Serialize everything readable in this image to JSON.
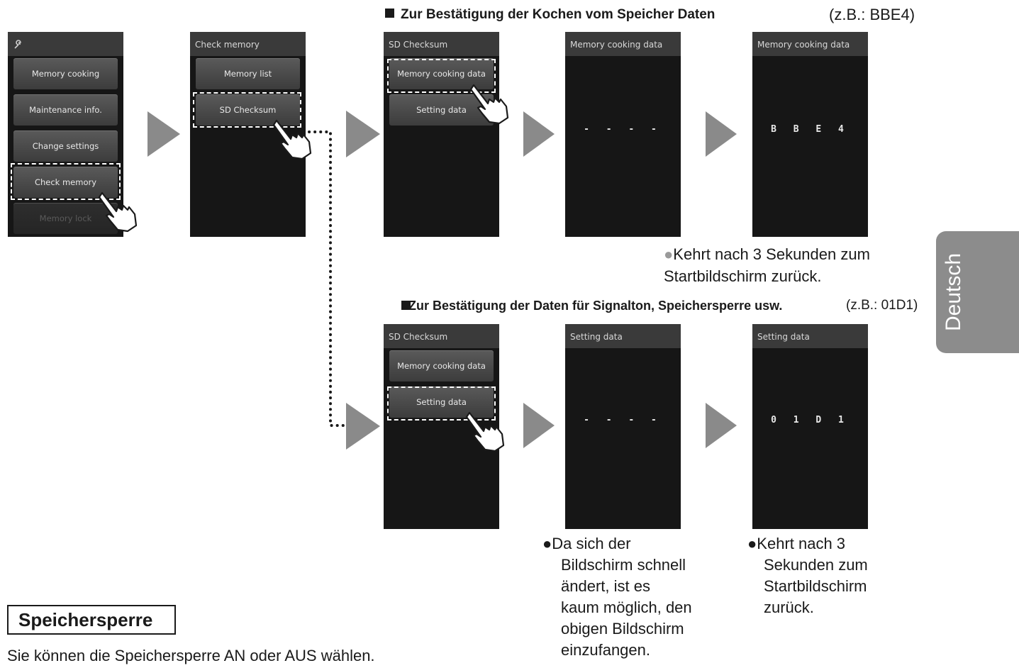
{
  "headings": {
    "memory_cooking": "Zur Bestätigung der Kochen vom Speicher Daten",
    "memory_cooking_example": "(z.B.: BBE4)",
    "setting_data": "Zur Bestätigung der Daten für Signalton, Speichersperre usw.",
    "setting_data_example": "(z.B.: 01D1)"
  },
  "screens": {
    "main_menu": {
      "buttons": [
        "Memory cooking",
        "Maintenance info.",
        "Change settings",
        "Check memory",
        "Memory lock"
      ]
    },
    "check_memory": {
      "title": "Check memory",
      "buttons": [
        "Memory list",
        "SD Checksum"
      ]
    },
    "sd_checksum": {
      "title": "SD Checksum",
      "buttons": [
        "Memory cooking data",
        "Setting data"
      ]
    },
    "memory_cooking_data": {
      "title": "Memory cooking data",
      "placeholder": "- - - -",
      "result": "B B E 4"
    },
    "setting_data": {
      "title": "Setting data",
      "placeholder": "- - - -",
      "result": "0 1 D 1"
    }
  },
  "notes": {
    "return_top": "Kehrt nach 3 Sekunden zum Startbildschirm zurück.",
    "fast_change_lines": [
      "Da sich der",
      "Bildschirm schnell",
      "ändert, ist es",
      "kaum möglich, den",
      "obigen Bildschirm",
      "einzufangen."
    ],
    "return_bottom_lines": [
      "Kehrt nach 3",
      "Sekunden zum",
      "Startbildschirm",
      "zurück."
    ]
  },
  "side_tab": "Deutsch",
  "section": {
    "title": "Speichersperre",
    "text": "Sie können die Speichersperre AN oder AUS wählen."
  },
  "colors": {
    "screen_bg": "#161616",
    "header_bg": "#3a3a3a",
    "tab_bg": "#8c8c8c",
    "arrow": "#8a8a8a"
  }
}
